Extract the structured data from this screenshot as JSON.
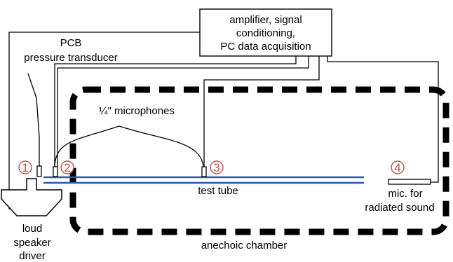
{
  "acquisition_box": {
    "line1": "amplifier, signal",
    "line2": "conditioning,",
    "line3": "PC data acquisition"
  },
  "pcb_label": {
    "line1": "PCB",
    "line2": "pressure transducer"
  },
  "microphones_label": "¼\" microphones",
  "test_tube_label": "test tube",
  "radiated_mic_label": {
    "line1": "mic. for",
    "line2": "radiated sound"
  },
  "speaker_label": {
    "line1": "loud",
    "line2": "speaker",
    "line3": "driver"
  },
  "chamber_label": "anechoic chamber",
  "markers": [
    "1",
    "2",
    "3",
    "4"
  ],
  "colors": {
    "marker": "#c0504d",
    "tube": "#2e5aa8",
    "chamber": "#000000"
  }
}
